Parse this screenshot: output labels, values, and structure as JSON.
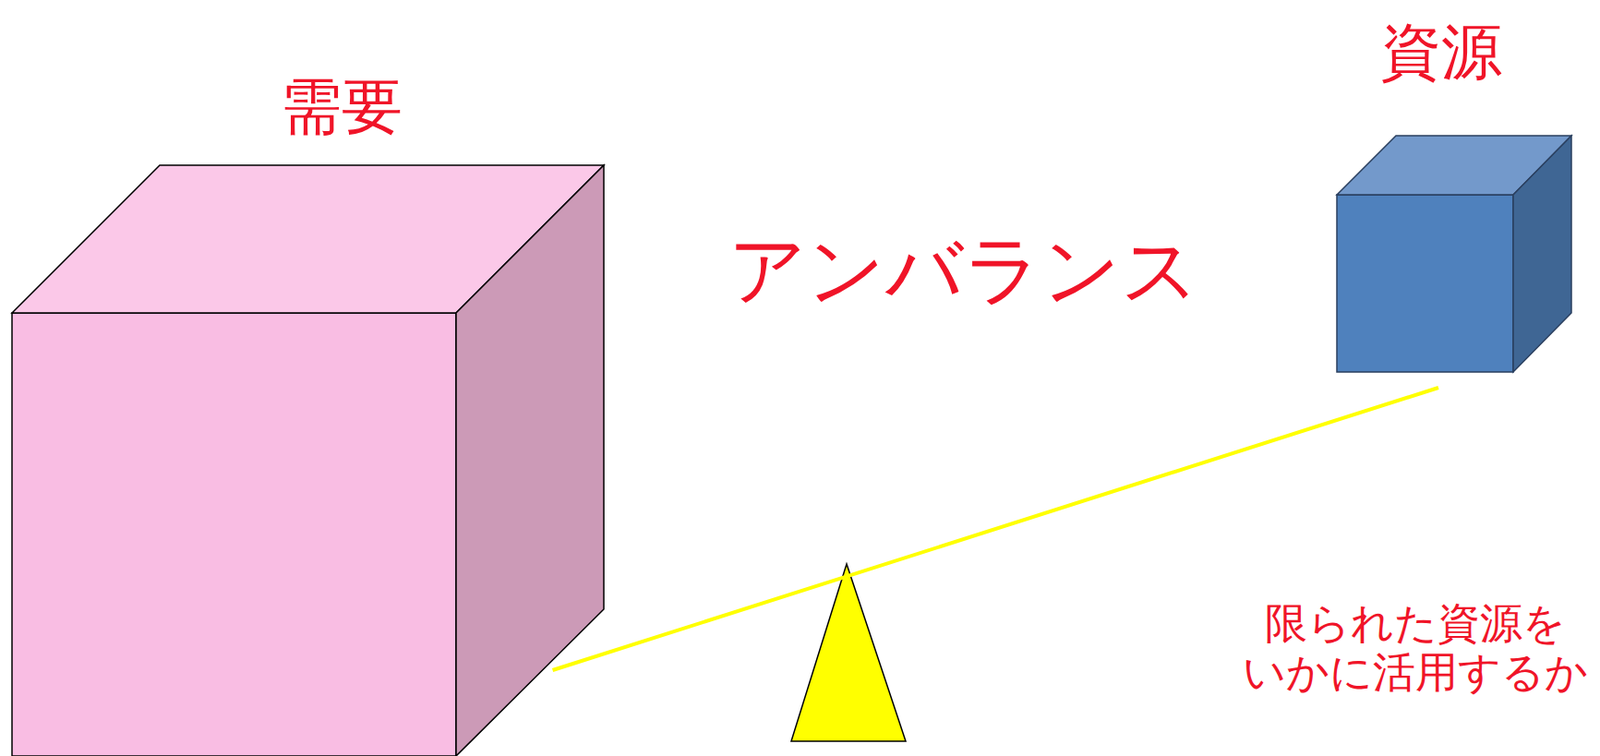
{
  "diagram": {
    "nodes": [
      {
        "text": [
          "需要"
        ]
      },
      {
        "text": [
          "資源"
        ]
      }
    ],
    "edges": [
      {
        "from": 0,
        "to": 1,
        "arrow": "none"
      }
    ],
    "labels": [
      "アンバランス",
      "限られた資源を いかに活用するか"
    ]
  }
}
